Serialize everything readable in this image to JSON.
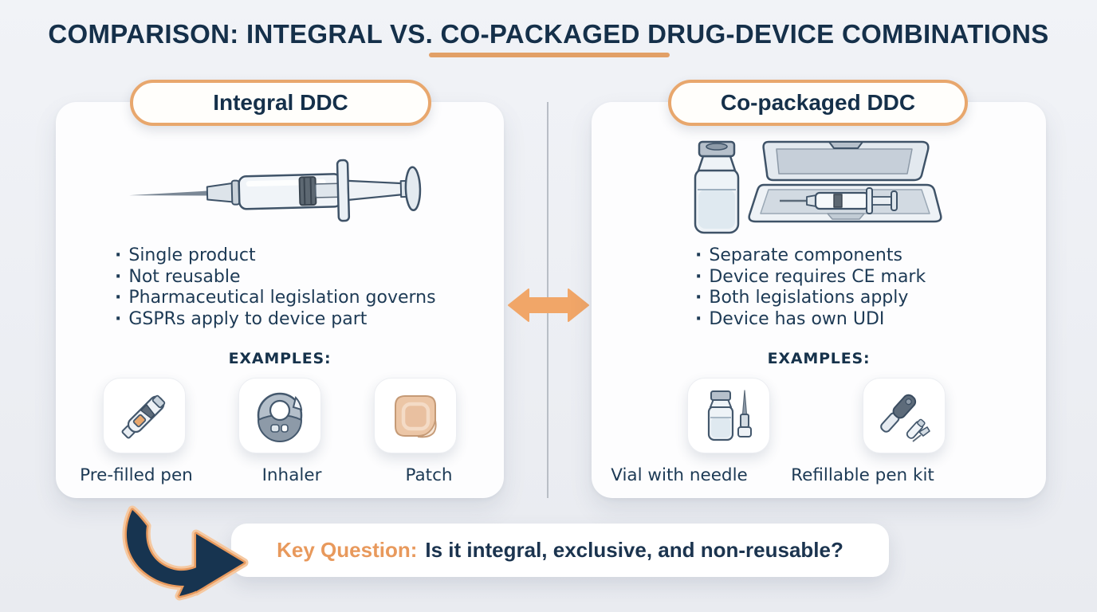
{
  "title": "COMPARISON: INTEGRAL VS. CO-PACKAGED DRUG-DEVICE COMBINATIONS",
  "colors": {
    "background": "#eef0f4",
    "card": "#fdfdfe",
    "navy_text": "#16324b",
    "accent_orange": "#e8a76d",
    "underline_orange": "#e2a067",
    "arrow_orange": "#f1a668",
    "key_question_orange": "#e8995c",
    "divider_gray": "#b9bec6"
  },
  "left_panel": {
    "header": "Integral DDC",
    "illustration_icon": "syringe-illustration",
    "bullets": [
      "Single product",
      "Not reusable",
      "Pharmaceutical legislation governs",
      "GSPRs apply to device part"
    ],
    "examples_heading": "EXAMPLES:",
    "examples": [
      {
        "icon": "prefilled-pen-icon",
        "label": "Pre-filled pen"
      },
      {
        "icon": "inhaler-icon",
        "label": "Inhaler"
      },
      {
        "icon": "patch-icon",
        "label": "Patch"
      }
    ]
  },
  "center": {
    "divider": "vertical-divider-line",
    "arrow_icon": "double-horizontal-arrow-icon"
  },
  "right_panel": {
    "header": "Co-packaged DDC",
    "illustration_icon": "vial-and-case-with-syringe-illustration",
    "bullets": [
      "Separate components",
      "Device requires CE mark",
      "Both legislations apply",
      "Device has own UDI"
    ],
    "examples_heading": "EXAMPLES:",
    "examples": [
      {
        "icon": "vial-with-needle-icon",
        "label": "Vial with needle"
      },
      {
        "icon": "refillable-pen-kit-icon",
        "label": "Refillable pen kit"
      }
    ]
  },
  "key_question": {
    "arrow_icon": "curved-swoosh-arrow-icon",
    "label": "Key Question:",
    "question": "Is it integral, exclusive, and non-reusable?"
  }
}
